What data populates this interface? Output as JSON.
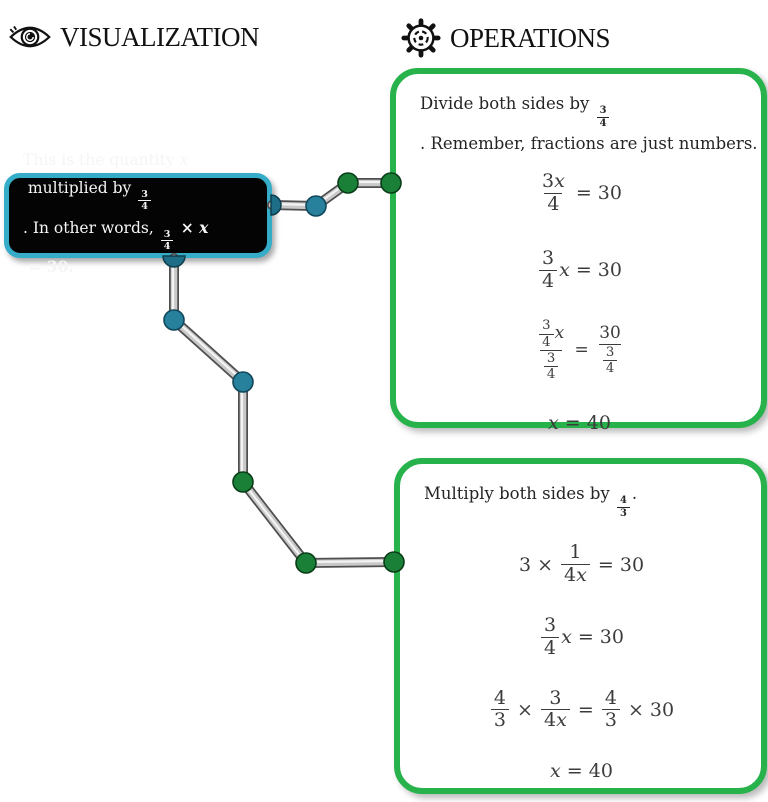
{
  "header": {
    "visualization_label": "VISUALIZATION",
    "operations_label": "OPERATIONS"
  },
  "colors": {
    "tooltip_border": "#35ADC9",
    "tooltip_background": "#040404",
    "operation_box_border": "#27B24B",
    "teal_joint": "#27809C",
    "green_joint": "#1A8038",
    "bar_gray": "#c9c9c9"
  },
  "tooltip": {
    "tokens": [
      {
        "t": "text",
        "v": "This is the quantity "
      },
      {
        "t": "var",
        "v": "x"
      },
      {
        "t": "text",
        "v": " multiplied by "
      },
      {
        "t": "frac",
        "num": [
          {
            "t": "text",
            "v": "3"
          }
        ],
        "den": [
          {
            "t": "text",
            "v": "4"
          }
        ]
      },
      {
        "t": "text",
        "v": ". In other words, "
      },
      {
        "t": "frac",
        "num": [
          {
            "t": "text",
            "v": "3"
          }
        ],
        "den": [
          {
            "t": "text",
            "v": "4"
          }
        ],
        "b": true
      },
      {
        "t": "text",
        "v": " × ",
        "b": true
      },
      {
        "t": "var",
        "v": "x",
        "b": true
      },
      {
        "t": "text",
        "v": " = 30.",
        "b": true
      }
    ]
  },
  "operations": {
    "box1": {
      "para": [
        {
          "t": "text",
          "v": "Divide both sides by "
        },
        {
          "t": "frac",
          "num": [
            {
              "t": "text",
              "v": "3"
            }
          ],
          "den": [
            {
              "t": "text",
              "v": "4"
            }
          ]
        },
        {
          "t": "text",
          "v": ". Remember, fractions are just numbers."
        }
      ],
      "equations": [
        [
          {
            "t": "frac",
            "num": [
              {
                "t": "text",
                "v": "3"
              },
              {
                "t": "var",
                "v": "x"
              }
            ],
            "den": [
              {
                "t": "text",
                "v": "4"
              }
            ]
          },
          {
            "t": "text",
            "v": " = 30"
          }
        ],
        [
          {
            "t": "frac",
            "num": [
              {
                "t": "text",
                "v": "3"
              }
            ],
            "den": [
              {
                "t": "text",
                "v": "4"
              }
            ]
          },
          {
            "t": "var",
            "v": "x"
          },
          {
            "t": "text",
            "v": " = 30"
          }
        ],
        [
          {
            "t": "frac",
            "num": [
              {
                "t": "frac",
                "num": [
                  {
                    "t": "text",
                    "v": "3"
                  }
                ],
                "den": [
                  {
                    "t": "text",
                    "v": "4"
                  }
                ]
              },
              {
                "t": "var",
                "v": "x"
              }
            ],
            "den": [
              {
                "t": "frac",
                "num": [
                  {
                    "t": "text",
                    "v": "3"
                  }
                ],
                "den": [
                  {
                    "t": "text",
                    "v": "4"
                  }
                ]
              }
            ]
          },
          {
            "t": "text",
            "v": " = "
          },
          {
            "t": "frac",
            "num": [
              {
                "t": "text",
                "v": "30"
              }
            ],
            "den": [
              {
                "t": "frac",
                "num": [
                  {
                    "t": "text",
                    "v": "3"
                  }
                ],
                "den": [
                  {
                    "t": "text",
                    "v": "4"
                  }
                ]
              }
            ]
          }
        ],
        [
          {
            "t": "var",
            "v": "x"
          },
          {
            "t": "text",
            "v": " = 40"
          }
        ]
      ]
    },
    "box2": {
      "para": [
        {
          "t": "text",
          "v": "Multiply both sides by "
        },
        {
          "t": "frac",
          "num": [
            {
              "t": "text",
              "v": "4"
            }
          ],
          "den": [
            {
              "t": "text",
              "v": "3"
            }
          ]
        },
        {
          "t": "text",
          "v": "."
        }
      ],
      "equations": [
        [
          {
            "t": "text",
            "v": "3 × "
          },
          {
            "t": "frac",
            "num": [
              {
                "t": "text",
                "v": "1"
              }
            ],
            "den": [
              {
                "t": "text",
                "v": "4"
              },
              {
                "t": "var",
                "v": "x"
              }
            ]
          },
          {
            "t": "text",
            "v": " = 30"
          }
        ],
        [
          {
            "t": "frac",
            "num": [
              {
                "t": "text",
                "v": "3"
              }
            ],
            "den": [
              {
                "t": "text",
                "v": "4"
              }
            ]
          },
          {
            "t": "var",
            "v": "x"
          },
          {
            "t": "text",
            "v": " = 30"
          }
        ],
        [
          {
            "t": "frac",
            "num": [
              {
                "t": "text",
                "v": "4"
              }
            ],
            "den": [
              {
                "t": "text",
                "v": "3"
              }
            ]
          },
          {
            "t": "text",
            "v": " × "
          },
          {
            "t": "frac",
            "num": [
              {
                "t": "text",
                "v": "3"
              }
            ],
            "den": [
              {
                "t": "text",
                "v": "4"
              },
              {
                "t": "var",
                "v": "x"
              }
            ]
          },
          {
            "t": "text",
            "v": " = "
          },
          {
            "t": "frac",
            "num": [
              {
                "t": "text",
                "v": "4"
              }
            ],
            "den": [
              {
                "t": "text",
                "v": "3"
              }
            ]
          },
          {
            "t": "text",
            "v": " × 30"
          }
        ],
        [
          {
            "t": "var",
            "v": "x"
          },
          {
            "t": "text",
            "v": " = 40"
          }
        ]
      ]
    }
  }
}
